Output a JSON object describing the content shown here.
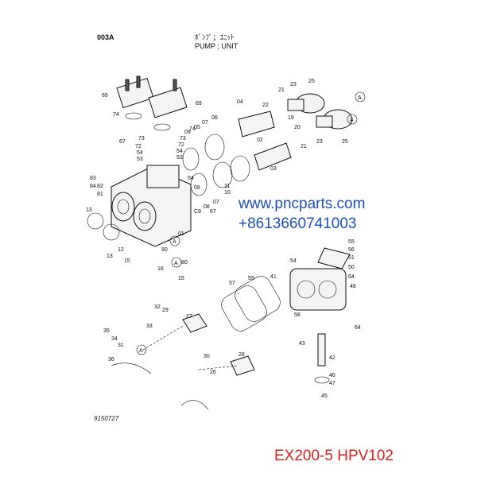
{
  "header": {
    "code": "003A",
    "title_jp": "ﾎﾟﾝﾌﾟ；ﾕﾆｯﾄ",
    "title_en": "PUMP ; UNIT"
  },
  "watermark": {
    "url": "www.pncparts.com",
    "phone": "+8613660741003",
    "color": "#1f4fb8"
  },
  "footer": {
    "doc_number": "9150727",
    "model": "EX200-5 HPV102",
    "model_color": "#d8231f"
  },
  "callouts": [
    "69",
    "69",
    "74",
    "74",
    "73",
    "73",
    "72",
    "72",
    "54",
    "54",
    "53",
    "53",
    "67",
    "83",
    "84",
    "82",
    "81",
    "13",
    "13",
    "12",
    "15",
    "16",
    "15",
    "80",
    "80",
    "01",
    "67",
    "09",
    "07",
    "06",
    "05",
    "08",
    "54",
    "10",
    "11",
    "C9",
    "08",
    "07",
    "04",
    "21",
    "23",
    "25",
    "22",
    "02",
    "19",
    "20",
    "23",
    "25",
    "21",
    "03",
    "55",
    "56",
    "51",
    "54",
    "50",
    "64",
    "48",
    "41",
    "58",
    "64",
    "43",
    "42",
    "46",
    "47",
    "45",
    "57",
    "59",
    "35",
    "34",
    "33",
    "32",
    "31",
    "36",
    "27",
    "29",
    "30",
    "26",
    "28"
  ],
  "circle_refs": [
    "A",
    "A",
    "A",
    "A",
    "A"
  ]
}
